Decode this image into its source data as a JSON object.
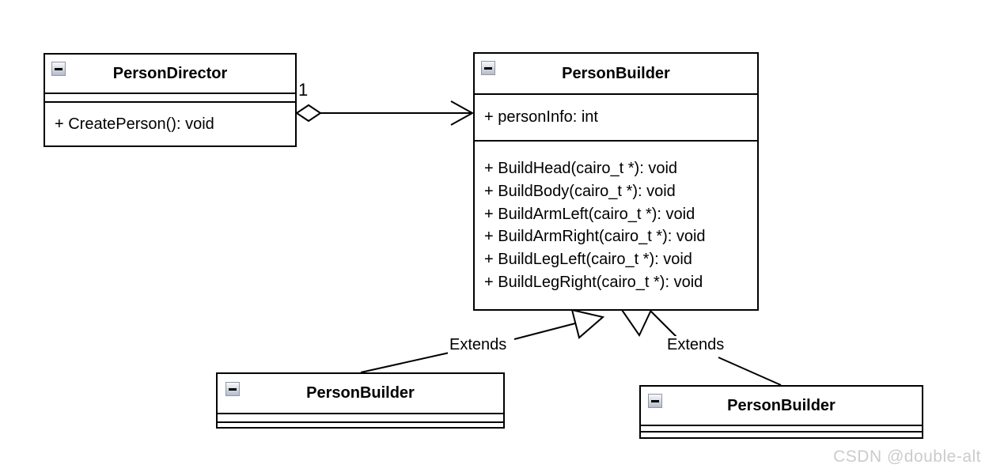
{
  "diagram": {
    "type": "uml-class-diagram",
    "classes": [
      {
        "title": "PersonDirector",
        "attributes": [],
        "methods": [
          "+ CreatePerson(): void"
        ]
      },
      {
        "title": "PersonBuilder",
        "attributes": [
          "+ personInfo: int"
        ],
        "methods": [
          "+ BuildHead(cairo_t *): void",
          "+ BuildBody(cairo_t *): void",
          "+ BuildArmLeft(cairo_t *): void",
          "+ BuildArmRight(cairo_t *): void",
          "+ BuildLegLeft(cairo_t *): void",
          "+ BuildLegRight(cairo_t *): void"
        ]
      },
      {
        "title": "PersonBuilder",
        "attributes": [],
        "methods": []
      },
      {
        "title": "PersonBuilder",
        "attributes": [],
        "methods": []
      }
    ],
    "relationships": {
      "aggregation": {
        "multiplicity": "1"
      },
      "extends_left": {
        "label": "Extends"
      },
      "extends_right": {
        "label": "Extends"
      }
    },
    "watermark": "CSDN @double-alt",
    "colors": {
      "line": "#000000",
      "background": "#ffffff",
      "watermark": "#cbcbcb"
    }
  }
}
